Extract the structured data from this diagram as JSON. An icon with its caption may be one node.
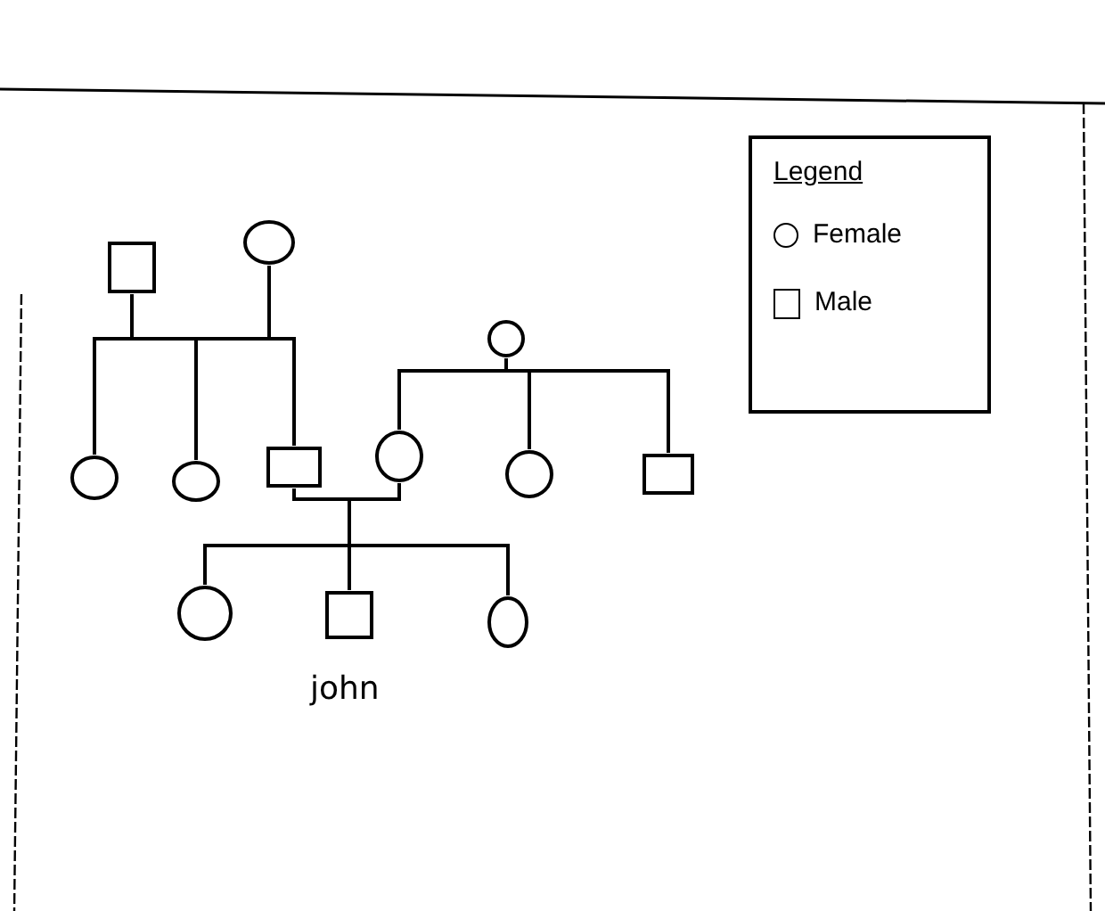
{
  "diagram": {
    "nodes": [
      {
        "text": [],
        "shape": "box"
      },
      {
        "text": [],
        "shape": "circle"
      },
      {
        "text": [],
        "shape": "circle"
      },
      {
        "text": [],
        "shape": "circle"
      },
      {
        "text": [],
        "shape": "box"
      },
      {
        "text": [],
        "shape": "circle"
      },
      {
        "text": [],
        "shape": "circle"
      },
      {
        "text": [],
        "shape": "circle"
      },
      {
        "text": [],
        "shape": "box"
      },
      {
        "text": [],
        "shape": "circle"
      },
      {
        "text": [],
        "shape": "box",
        "beside": [
          "john"
        ]
      },
      {
        "text": [],
        "shape": "circle"
      }
    ],
    "edges": [
      {
        "from": 0,
        "to": 2,
        "arrow": "none"
      },
      {
        "from": 0,
        "to": 3,
        "arrow": "none"
      },
      {
        "from": 0,
        "to": 4,
        "arrow": "none"
      },
      {
        "from": 1,
        "to": 2,
        "arrow": "none"
      },
      {
        "from": 1,
        "to": 3,
        "arrow": "none"
      },
      {
        "from": 1,
        "to": 4,
        "arrow": "none"
      },
      {
        "from": 6,
        "to": 5,
        "arrow": "none"
      },
      {
        "from": 6,
        "to": 7,
        "arrow": "none"
      },
      {
        "from": 6,
        "to": 8,
        "arrow": "none"
      },
      {
        "from": 4,
        "to": 9,
        "arrow": "none"
      },
      {
        "from": 4,
        "to": 10,
        "arrow": "none"
      },
      {
        "from": 4,
        "to": 11,
        "arrow": "none"
      },
      {
        "from": 5,
        "to": 9,
        "arrow": "none"
      },
      {
        "from": 5,
        "to": 10,
        "arrow": "none"
      },
      {
        "from": 5,
        "to": 11,
        "arrow": "none"
      }
    ],
    "labels": [
      "Legend"
    ],
    "legend": [
      {
        "text": "Female"
      },
      {
        "text": "Male"
      }
    ]
  }
}
